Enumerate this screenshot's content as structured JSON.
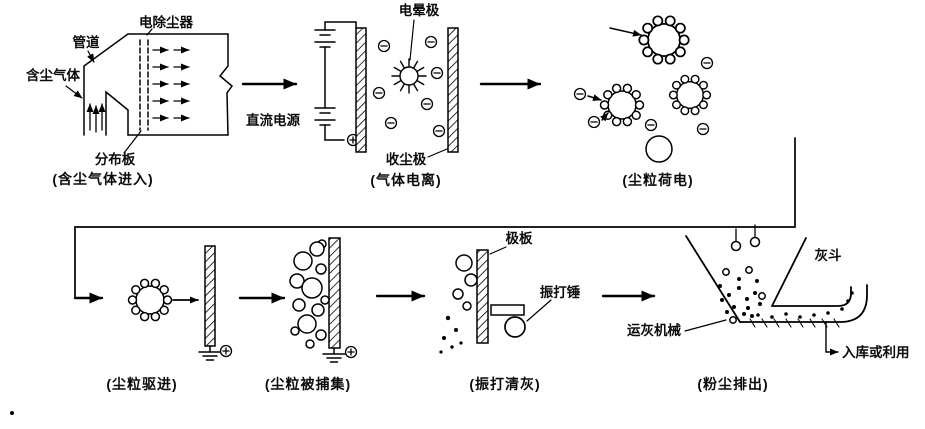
{
  "palette": {
    "ink": "#000000",
    "paper": "#ffffff"
  },
  "panels": {
    "inlet": {
      "esp": "电除尘器",
      "duct": "管道",
      "dusty_gas": "含尘气体",
      "distribution_plate": "分布板",
      "caption": "(含尘气体进入)"
    },
    "ionization": {
      "corona_electrode": "电晕极",
      "dc_power": "直流电源",
      "collecting_electrode": "收尘极",
      "caption": "(气体电离)"
    },
    "charging": {
      "caption": "(尘粒荷电)"
    },
    "migration": {
      "caption": "(尘粒驱进)"
    },
    "capture": {
      "caption": "(尘粒被捕集)"
    },
    "rapping": {
      "plate": "极板",
      "hammer": "振打锤",
      "caption": "(振打清灰)"
    },
    "discharge": {
      "hopper": "灰斗",
      "conveyor": "运灰机械",
      "outlet": "入库或利用",
      "caption": "(粉尘排出)"
    }
  }
}
